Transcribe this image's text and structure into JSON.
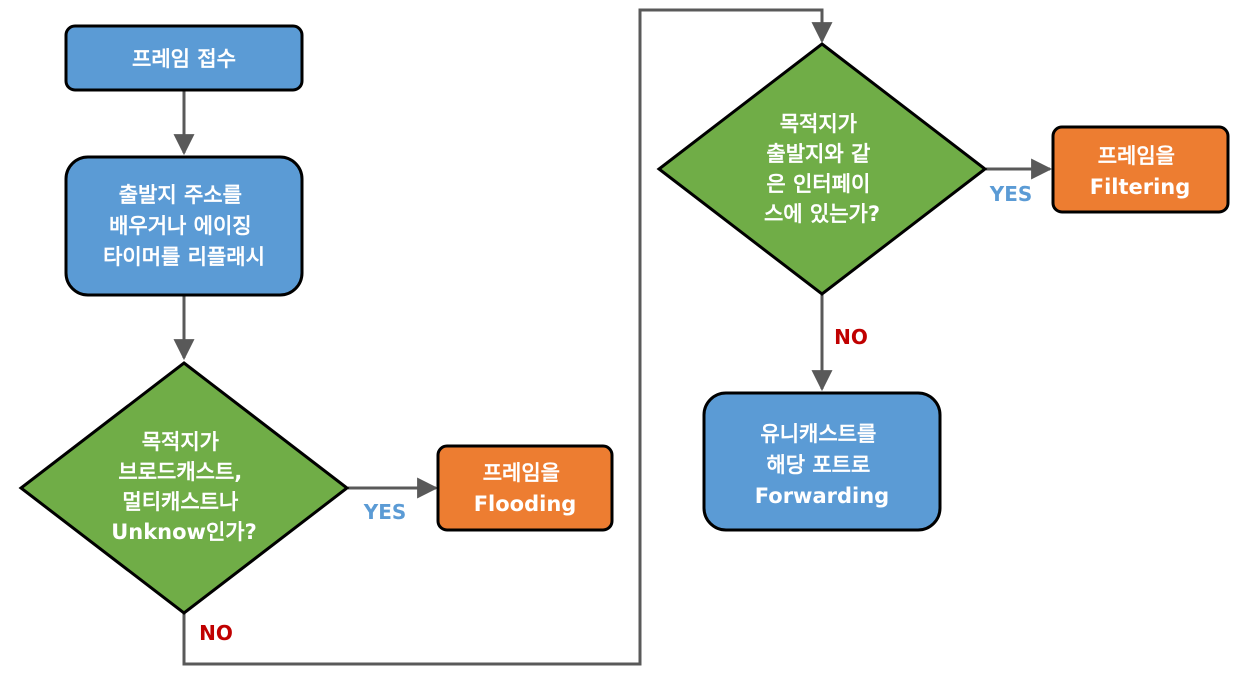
{
  "nodes": {
    "receive_frame": {
      "lines": [
        "프레임 접수"
      ]
    },
    "learn_source": {
      "lines": [
        "출발지 주소를",
        "배우거나 에이징",
        "타이머를 리플래시"
      ]
    },
    "decision_broadcast": {
      "lines": [
        "목적지가",
        "브로드캐스트,",
        "멀티캐스트나",
        "Unknow인가?"
      ]
    },
    "flooding": {
      "lines": [
        "프레임을",
        "Flooding"
      ]
    },
    "decision_same_interface": {
      "lines": [
        "목적지가",
        "출발지와 같",
        "은 인터페이",
        "스에 있는가?"
      ]
    },
    "filtering": {
      "lines": [
        "프레임을",
        "Filtering"
      ]
    },
    "forwarding": {
      "lines": [
        "유니캐스트를",
        "해당 포트로",
        "Forwarding"
      ]
    }
  },
  "edge_labels": {
    "broadcast_yes": "YES",
    "broadcast_no": "NO",
    "same_interface_yes": "YES",
    "same_interface_no": "NO"
  },
  "colors": {
    "process_fill": "#5b9bd5",
    "decision_fill": "#70ad47",
    "terminal_fill": "#ed7d31",
    "outline": "#000000",
    "connector": "#595959",
    "yes_label": "#5b9bd5",
    "no_label": "#c00000"
  }
}
